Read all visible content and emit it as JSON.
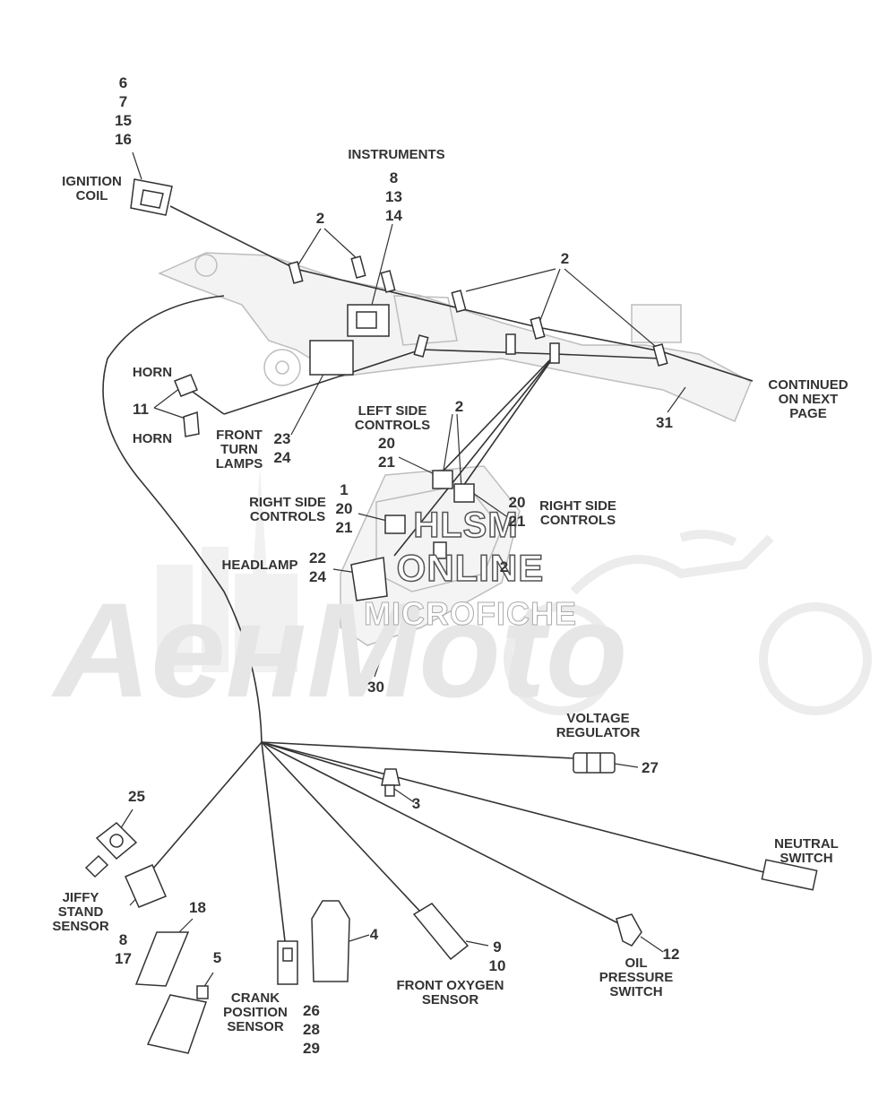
{
  "watermark": {
    "line1": "HLSM",
    "line2": "ONLINE",
    "line3": "MICROFICHE",
    "brand": "AeнMoto"
  },
  "labels": {
    "instruments": "INSTRUMENTS",
    "ignition_coil": "IGNITION\nCOIL",
    "horn_top": "HORN",
    "horn_bottom": "HORN",
    "front_turn_lamps": "FRONT\nTURN\nLAMPS",
    "left_side_controls": "LEFT SIDE\nCONTROLS",
    "right_side_controls_left": "RIGHT SIDE\nCONTROLS",
    "right_side_controls_right": "RIGHT SIDE\nCONTROLS",
    "headlamp": "HEADLAMP",
    "continued": "CONTINUED\nON NEXT\nPAGE",
    "voltage_regulator": "VOLTAGE\nREGULATOR",
    "neutral_switch": "NEUTRAL\nSWITCH",
    "jiffy_stand_sensor": "JIFFY\nSTAND\nSENSOR",
    "crank_position_sensor": "CRANK\nPOSITION\nSENSOR",
    "front_oxygen_sensor": "FRONT OXYGEN\nSENSOR",
    "oil_pressure_switch": "OIL\nPRESSURE\nSWITCH"
  },
  "callouts": {
    "ignition_coil": "6\n7\n15\n16",
    "instruments": "8\n13\n14",
    "clip_left": "2",
    "clip_right": "2",
    "horn": "11",
    "turn_lamps": "23\n24",
    "left_controls_clip": "2",
    "left_controls": "20\n21",
    "right_controls_left": "1\n20\n21",
    "right_controls_right": "20\n21",
    "right_controls_clip": "2",
    "headlamp": "22\n24",
    "nacelle": "30",
    "harness": "31",
    "voltage_regulator": "27",
    "clip_3": "3",
    "jiffy_stand": "25",
    "jiffy_connector": "8\n17",
    "part_18": "18",
    "part_5": "5",
    "part_4": "4",
    "crank": "26\n28\n29",
    "oxygen": "9\n10",
    "oil_pressure": "12"
  }
}
